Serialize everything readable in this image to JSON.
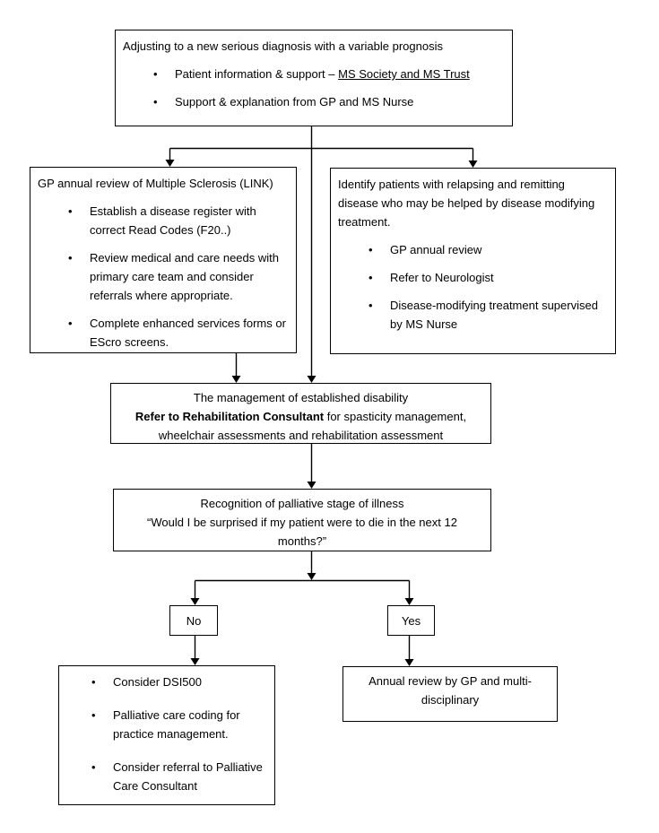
{
  "flowchart": {
    "adjusting_box": {
      "title": "Adjusting to a new serious diagnosis with a variable prognosis",
      "bullet1_prefix": "Patient information & support – ",
      "bullet1_link": "MS Society and MS Trust",
      "bullet2": "Support & explanation from GP and MS Nurse"
    },
    "gp_review_box": {
      "title": "GP annual review of Multiple Sclerosis (LINK)",
      "bullets": [
        "Establish a disease register with correct Read Codes (F20..)",
        "Review medical and care needs with primary care team and consider referrals where appropriate.",
        "Complete enhanced services forms or EScro screens."
      ]
    },
    "identify_box": {
      "title": "Identify patients with relapsing and remitting disease who may be helped by disease modifying treatment.",
      "bullets": [
        "GP annual review",
        "Refer to Neurologist",
        "Disease-modifying treatment supervised by MS Nurse"
      ]
    },
    "management_box": {
      "line1": "The management of established disability",
      "line2_bold": "Refer to Rehabilitation Consultant",
      "line2_rest": " for spasticity management, wheelchair assessments and rehabilitation assessment"
    },
    "palliative_box": {
      "line1": "Recognition of palliative stage of illness",
      "line2": "“Would I be surprised if my patient were to die in the next 12 months?”"
    },
    "decision": {
      "no_label": "No",
      "yes_label": "Yes"
    },
    "no_outcome_box": {
      "bullets": [
        "Consider DSI500",
        "Palliative care coding for practice management.",
        "Consider referral to Palliative Care Consultant"
      ]
    },
    "yes_outcome_box": {
      "text": "Annual review by GP and multi-disciplinary"
    }
  },
  "colors": {
    "line": "#000000",
    "background": "#ffffff",
    "text": "#000000"
  }
}
